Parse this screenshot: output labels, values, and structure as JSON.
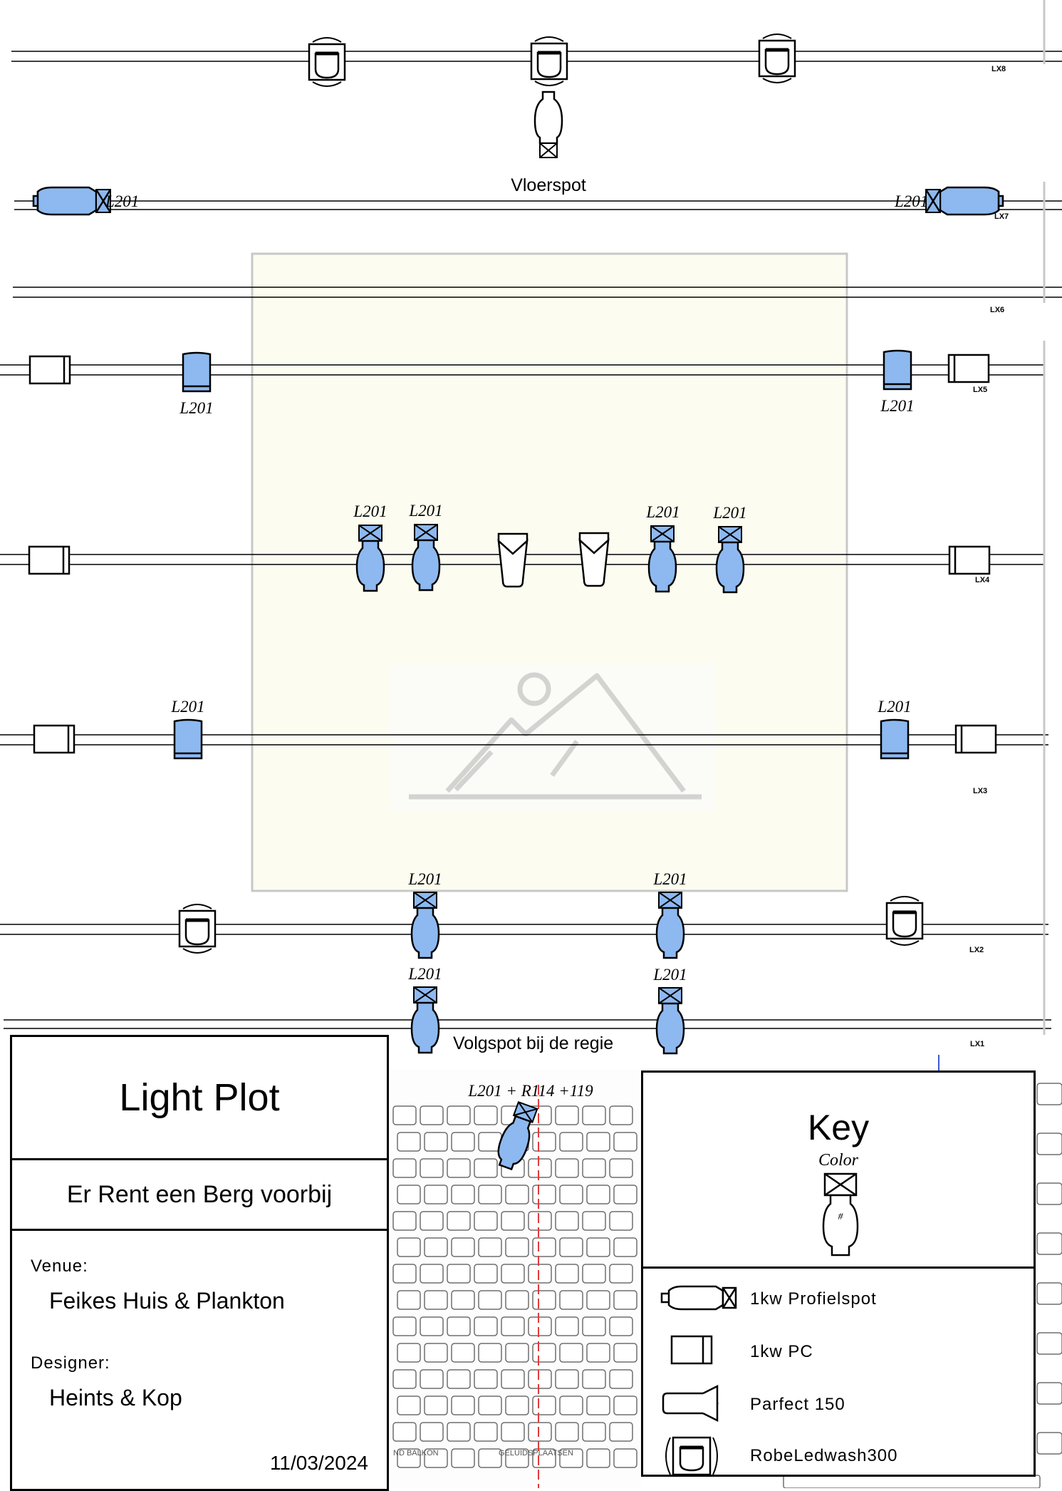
{
  "battens": [
    {
      "label": "LX8"
    },
    {
      "label": "LX7"
    },
    {
      "label": "LX6"
    },
    {
      "label": "LX5"
    },
    {
      "label": "LX4"
    },
    {
      "label": "LX3"
    },
    {
      "label": "LX2"
    },
    {
      "label": "LX1"
    }
  ],
  "fixtures": {
    "color_code": "L201",
    "lx7_left_color": "L201",
    "lx7_right_color": "L201",
    "lx5_left_color": "L201",
    "lx5_right_color": "L201",
    "lx4_color_1": "L201",
    "lx4_color_2": "L201",
    "lx4_color_3": "L201",
    "lx4_color_4": "L201",
    "lx3_left_color": "L201",
    "lx3_right_color": "L201",
    "lx2_left_color": "L201",
    "lx2_right_color": "L201",
    "lx1_left_color": "L201",
    "lx1_right_color": "L201",
    "followspot_color": "L201 + R114 +119"
  },
  "annotations": {
    "floor_spot": "Vloerspot",
    "followspot": "Volgspot bij de regie"
  },
  "seating": {
    "balcony_label": "ND BALKON",
    "sound_label": "GELUIDSPLAATSEN"
  },
  "title_block": {
    "title": "Light Plot",
    "show": "Er Rent een Berg voorbij",
    "venue_label": "Venue:",
    "venue": "Feikes Huis & Plankton",
    "designer_label": "Designer:",
    "designer": "Heints & Kop",
    "date": "11/03/2024"
  },
  "key": {
    "title": "Key",
    "color_label": "Color",
    "number_symbol": "#",
    "items": [
      {
        "label": "1kw Profielspot",
        "icon": "profile-spot-icon"
      },
      {
        "label": "1kw PC",
        "icon": "pc-icon"
      },
      {
        "label": "Parfect 150",
        "icon": "par-icon"
      },
      {
        "label": "RobeLedwash300",
        "icon": "ledwash-icon"
      }
    ]
  },
  "colors": {
    "gel_fill": "#8db9f0",
    "stage_fill": "#fcfdf0",
    "stage_border": "#c8c8c8",
    "centerline": "#e03c3c"
  }
}
